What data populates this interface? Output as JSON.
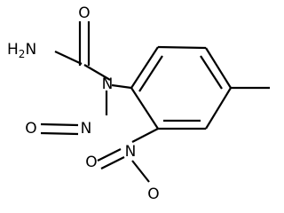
{
  "atoms": {
    "amide_nitrogen": {
      "main": "H",
      "sub": "2",
      "tail": "N"
    },
    "carbonyl_oxygen": "O",
    "urea_nitrogen": "N",
    "nitroso_nitrogen": "N",
    "nitroso_oxygen": "O",
    "nitro_nitrogen": "N",
    "nitro_oxygen_left": "O",
    "nitro_oxygen_bottom": "O"
  }
}
